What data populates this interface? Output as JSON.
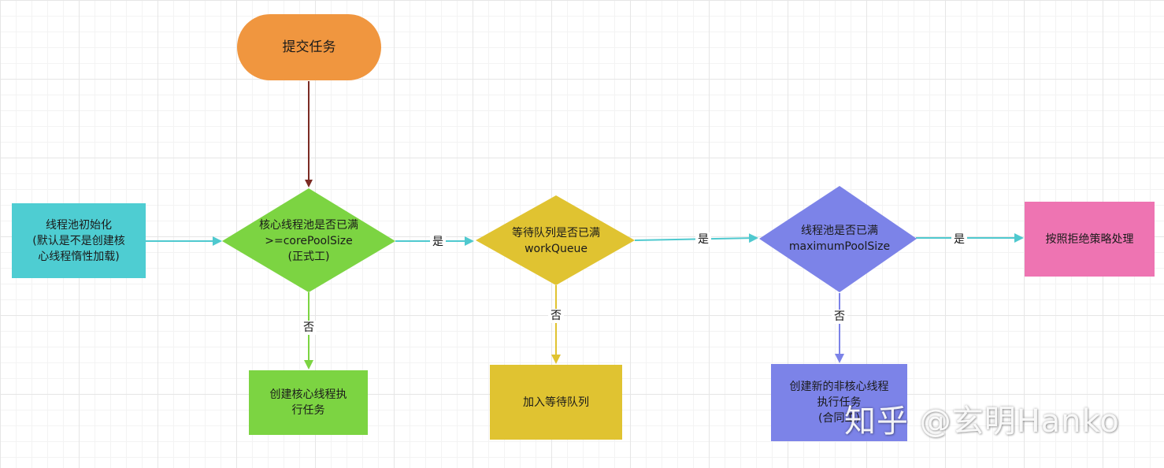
{
  "nodes": {
    "submit": "提交任务",
    "init": "线程池初始化\n(默认是不是创建核\n心线程惰性加载)",
    "core_check": "核心线程池是否已满\n>=corePoolSize\n(正式工)",
    "create_core": "创建核心线程执\n行任务",
    "queue_check": "等待队列是否已满\nworkQueue",
    "enqueue": "加入等待队列",
    "max_check": "线程池是否已满\nmaximumPoolSize",
    "create_noncore": "创建新的非核心线程\n执行任务\n(合同工)",
    "reject": "按照拒绝策略处理"
  },
  "edge_labels": {
    "core_yes": "是",
    "core_no": "否",
    "queue_yes": "是",
    "queue_no": "否",
    "max_yes": "是",
    "max_no": "否"
  },
  "watermark": "知乎 @玄明Hanko",
  "colors": {
    "submit": "#F0963F",
    "init": "#4ECDD2",
    "core_check": "#7CD442",
    "create_core": "#7CD442",
    "queue_check": "#E0C331",
    "enqueue": "#E0C331",
    "max_check": "#7C83E8",
    "create_noncore": "#7C83E8",
    "reject": "#EE74B2",
    "arrow_submit": "#7B2B24",
    "arrow_yes": "#4FC9CF",
    "arrow_core_no": "#7CD442",
    "arrow_queue_no": "#E0C331",
    "arrow_max_no": "#7C83E8"
  }
}
